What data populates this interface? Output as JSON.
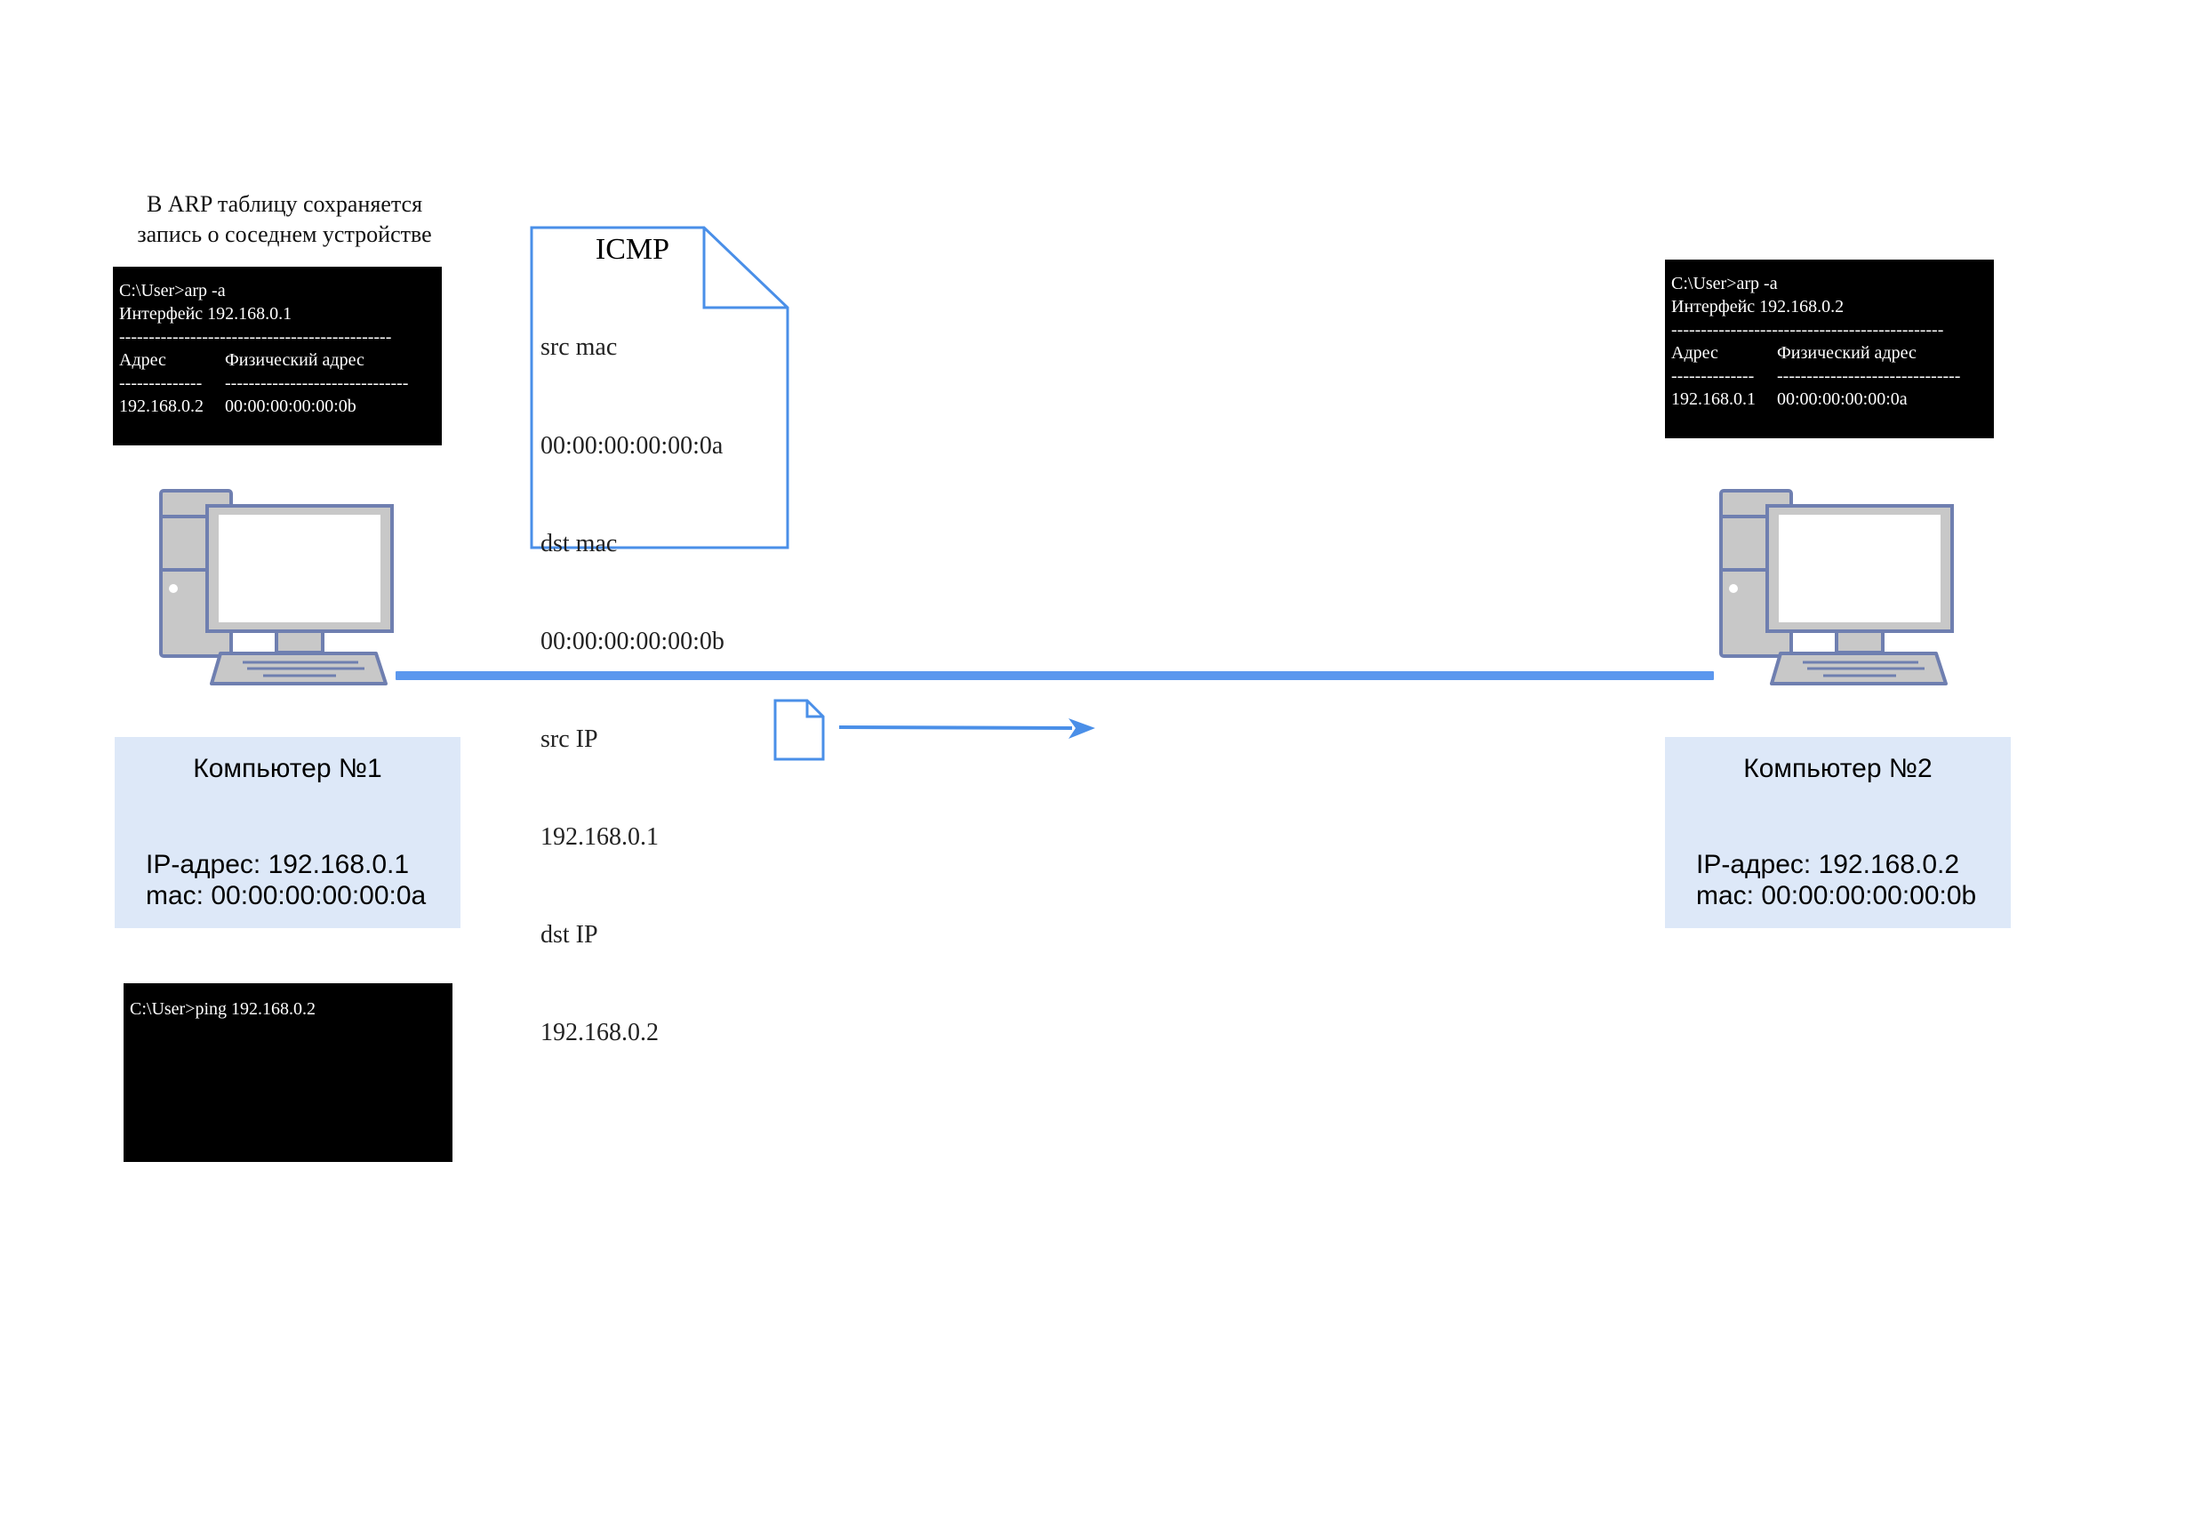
{
  "arp_caption": {
    "line1": "В ARP таблицу сохраняется",
    "line2": "запись о соседнем устройстве"
  },
  "terminal_left": {
    "command": "C:\\User>arp -a",
    "interface": "Интерфейс 192.168.0.1",
    "separator": "----------------------------------------------",
    "col_address": "Адрес",
    "col_physical": "Физический адрес",
    "dash_address": "--------------",
    "dash_physical": "-------------------------------",
    "row_address": "192.168.0.2",
    "row_physical": "00:00:00:00:00:0b"
  },
  "terminal_right": {
    "command": "C:\\User>arp -a",
    "interface": "Интерфейс 192.168.0.2",
    "separator": "----------------------------------------------",
    "col_address": "Адрес",
    "col_physical": "Физический адрес",
    "dash_address": "--------------",
    "dash_physical": "-------------------------------",
    "row_address": "192.168.0.1",
    "row_physical": "00:00:00:00:00:0a"
  },
  "terminal_ping": {
    "command": "C:\\User>ping 192.168.0.2"
  },
  "packet": {
    "title": "ICMP",
    "fields": [
      "src mac",
      "00:00:00:00:00:0a",
      "dst mac",
      "00:00:00:00:00:0b",
      "src IP",
      "192.168.0.1",
      "dst IP",
      "192.168.0.2"
    ]
  },
  "computer_left": {
    "name": "Компьютер №1",
    "ip": "IP-адрес: 192.168.0.1",
    "mac": "mac: 00:00:00:00:00:0a"
  },
  "computer_right": {
    "name": "Компьютер №2",
    "ip": "IP-адрес: 192.168.0.2",
    "mac": "mac: 00:00:00:00:00:0b"
  },
  "colors": {
    "link": "#5b97ee",
    "info_box": "#dde8f8",
    "computer_outline": "#6f7fb0",
    "computer_fill": "#c8c8c8"
  }
}
